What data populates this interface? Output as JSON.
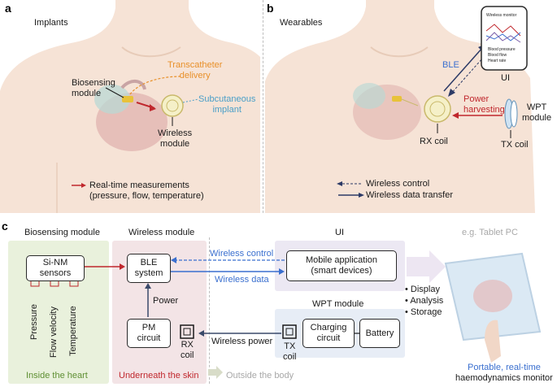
{
  "panel_a": {
    "letter": "a",
    "title": "Implants",
    "biosensing_module": "Biosensing\nmodule",
    "transcatheter": "Transcatheter\ndelivery",
    "subcutaneous": "Subcutaneous\nimplant",
    "wireless_module": "Wireless\nmodule",
    "legend_realtime": "Real-time measurements\n(pressure, flow, temperature)",
    "colors": {
      "skin": "#f6e3d6",
      "arrow_red": "#c0272d",
      "orange": "#e8902a",
      "blue_text": "#4a9fc8"
    }
  },
  "panel_b": {
    "letter": "b",
    "title": "Wearables",
    "ble": "BLE",
    "ui": "UI",
    "power_harvesting": "Power\nharvesting",
    "wpt_module": "WPT\nmodule",
    "rx_coil": "RX coil",
    "tx_coil": "TX coil",
    "legend_wireless_control": "Wireless control",
    "legend_wireless_data": "Wireless data transfer",
    "phone_title": "Wireless monitor",
    "phone_legend": [
      "Blood pressure",
      "Blood flow",
      "Heart rate"
    ]
  },
  "panel_c": {
    "letter": "c",
    "biosensing_module": "Biosensing module",
    "wireless_module": "Wireless module",
    "ui": "UI",
    "tablet": "e.g. Tablet PC",
    "si_nm": "Si-NM\nsensors",
    "sensor_labels": [
      "Pressure",
      "Flow velocity",
      "Temperature"
    ],
    "ble_system": "BLE\nsystem",
    "wireless_control": "Wireless control",
    "wireless_data": "Wireless data",
    "mobile_app": "Mobile application\n(smart devices)",
    "display_items": [
      "Display",
      "Analysis",
      "Storage"
    ],
    "power": "Power",
    "wpt_module": "WPT module",
    "pm_circuit": "PM\ncircuit",
    "rx_coil": "RX\ncoil",
    "wireless_power": "Wireless power",
    "tx_coil": "TX\ncoil",
    "charging_circuit": "Charging\ncircuit",
    "battery": "Battery",
    "inside_heart": "Inside the heart",
    "under_skin": "Underneath the skin",
    "outside_body": "Outside the body",
    "portable": "Portable, real-time\nhaemodynamics monitor",
    "colors": {
      "green_bg": "#e9f1dc",
      "pink_bg": "#f3e4e6",
      "lavender_bg": "#ece8f3",
      "blue_bg": "#e7edf6",
      "blue_arrow": "#3a6fcf",
      "green_text": "#5e8f32",
      "red_text": "#c0272d",
      "gray_text": "#a8a8a8"
    }
  }
}
